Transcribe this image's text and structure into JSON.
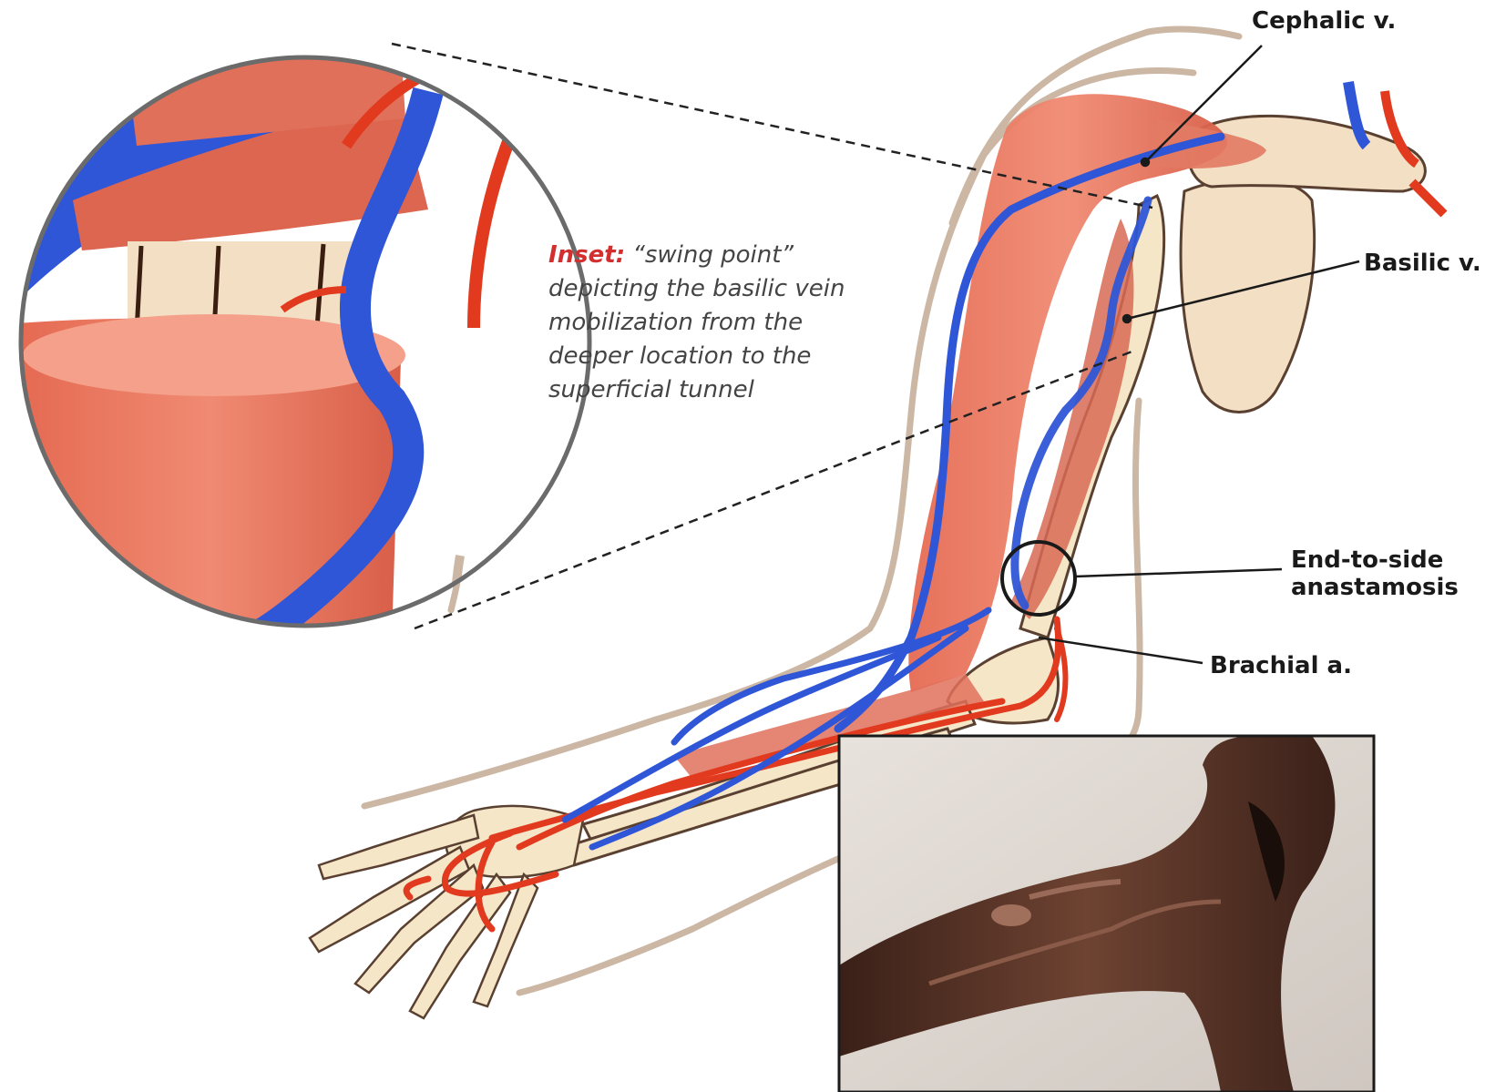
{
  "labels": {
    "cephalic": "Cephalic v.",
    "basilic": "Basilic v.",
    "anastomosis_line1": "End-to-side",
    "anastomosis_line2": "anastamosis",
    "brachial": "Brachial a."
  },
  "inset": {
    "caption_lead": "Inset:",
    "caption_text": "“swing point” depicting the basilic vein mobilization from the deeper location to the superficial tunnel"
  },
  "colors": {
    "vein": "#2f56d6",
    "artery": "#e23a1f",
    "muscle": "#e0705a",
    "bone": "#f2dfc4",
    "skin_outline": "#cbb7a4",
    "photo_skin": "#5a3426"
  }
}
